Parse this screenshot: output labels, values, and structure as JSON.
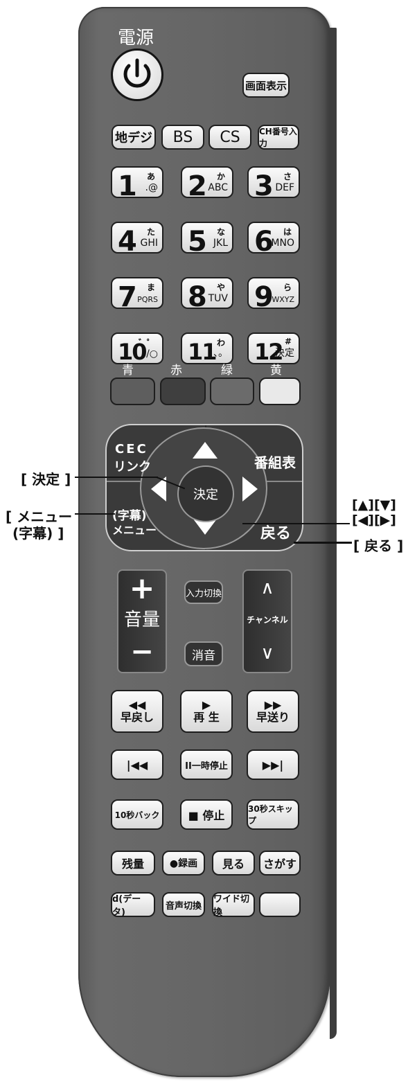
{
  "power": {
    "label": "電源"
  },
  "display_button": "画面表示",
  "broadcast": [
    "地デジ",
    "BS",
    "CS",
    "CH番号入力"
  ],
  "number_keys": [
    {
      "num": "1",
      "kana": "あ",
      "sub": ".@"
    },
    {
      "num": "2",
      "kana": "か",
      "sub": "ABC"
    },
    {
      "num": "3",
      "kana": "さ",
      "sub": "DEF"
    },
    {
      "num": "4",
      "kana": "た",
      "sub": "GHI"
    },
    {
      "num": "5",
      "kana": "な",
      "sub": "JKL"
    },
    {
      "num": "6",
      "kana": "は",
      "sub": "MNO"
    },
    {
      "num": "7",
      "kana": "ま",
      "sub": "PQRS"
    },
    {
      "num": "8",
      "kana": "や",
      "sub": "TUV"
    },
    {
      "num": "9",
      "kana": "ら",
      "sub": "WXYZ"
    },
    {
      "num": "10",
      "kana": "゛゜",
      "sub": "/○"
    },
    {
      "num": "11",
      "kana": "わ",
      "sub": "、。"
    },
    {
      "num": "12",
      "kana": "#",
      "sub": "決定"
    }
  ],
  "colors": {
    "labels": [
      "青",
      "赤",
      "緑",
      "黄"
    ],
    "fills": [
      "#5e5e5e",
      "#3f3f3f",
      "#6b6b6b",
      "#e9e9e9"
    ]
  },
  "dpad": {
    "cec": "CEC",
    "link": "リンク",
    "guide": "番組表",
    "subtitle": "(字幕)",
    "menu": "メニュー",
    "back": "戻る",
    "enter": "決定"
  },
  "callouts": {
    "enter": "[ 決定 ]",
    "menu_1": "[ メニュー",
    "menu_2": "(字幕) ]",
    "arrows_1": "[▲][▼]",
    "arrows_2": "[◀][▶]",
    "back": "[ 戻る ]"
  },
  "volume": {
    "plus": "+",
    "label": "音量",
    "minus": "−"
  },
  "input_switch": "入力切換",
  "mute": "消音",
  "channel": {
    "up": "∧",
    "label": "チャンネル",
    "down": "∨"
  },
  "transport": [
    {
      "sym": "◀◀",
      "label": "早戻し"
    },
    {
      "sym": "▶",
      "label": "再 生"
    },
    {
      "sym": "▶▶",
      "label": "早送り"
    }
  ],
  "skip_row": [
    {
      "text": "|◀◀"
    },
    {
      "text": "II一時停止"
    },
    {
      "text": "▶▶|"
    }
  ],
  "stop_row": [
    "10秒バック",
    "■ 停止",
    "30秒スキップ"
  ],
  "row_a": [
    "残量",
    "●録画",
    "見る",
    "さがす"
  ],
  "row_b": [
    "d(データ)",
    "音声切換",
    "ワイド切換",
    ""
  ]
}
